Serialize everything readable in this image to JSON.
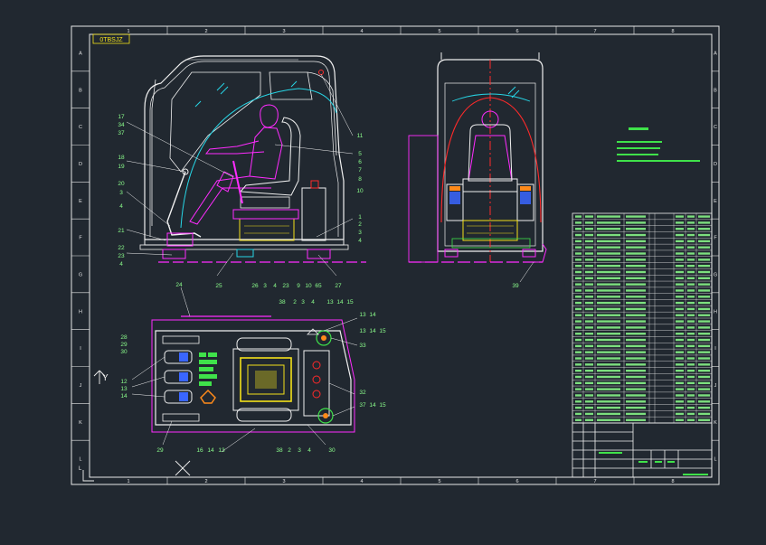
{
  "colors": {
    "background": "#212830",
    "frame": "#e8e8e8",
    "outline": "#f0f0f0",
    "magenta": "#ff2cff",
    "cyan": "#27d6e6",
    "green": "#3fe24a",
    "yellow": "#f3e11a",
    "red": "#ff2a2a",
    "blue": "#3a66ff",
    "orange": "#ff8a1a",
    "label": "#8cff8c"
  },
  "title_tag": "0TBSJZ",
  "grid": {
    "columns": [
      "1",
      "2",
      "3",
      "4",
      "5",
      "6",
      "7",
      "8"
    ],
    "rows": [
      "A",
      "B",
      "C",
      "D",
      "E",
      "F",
      "G",
      "H",
      "I",
      "J",
      "K",
      "L"
    ]
  },
  "side_view": {
    "left_callouts": [
      "17",
      "34",
      "37",
      "18",
      "19",
      "20",
      "3",
      "4",
      "21",
      "22",
      "23",
      "4"
    ],
    "right_callouts": [
      "11",
      "5",
      "6",
      "7",
      "8",
      "10",
      "1",
      "2",
      "3",
      "4"
    ],
    "bottom_callouts": [
      "25",
      "26",
      "3",
      "4",
      "23",
      "9",
      "10",
      "65",
      "27"
    ]
  },
  "front_view": {
    "callouts": [
      "39"
    ]
  },
  "plan_view": {
    "top_callouts": [
      "24",
      "38",
      "2",
      "3",
      "4",
      "13",
      "14",
      "15"
    ],
    "right_callouts": [
      "13",
      "14",
      "13",
      "14",
      "15",
      "33",
      "32",
      "37",
      "14",
      "15"
    ],
    "left_callouts": [
      "28",
      "29",
      "30",
      "12",
      "13",
      "14"
    ],
    "bottom_callouts": [
      "29",
      "16",
      "14",
      "13",
      "38",
      "2",
      "3",
      "4",
      "30"
    ]
  },
  "ucs_labels": {
    "y": "Y",
    "l": "L"
  },
  "bom": {
    "row_count": 34
  }
}
